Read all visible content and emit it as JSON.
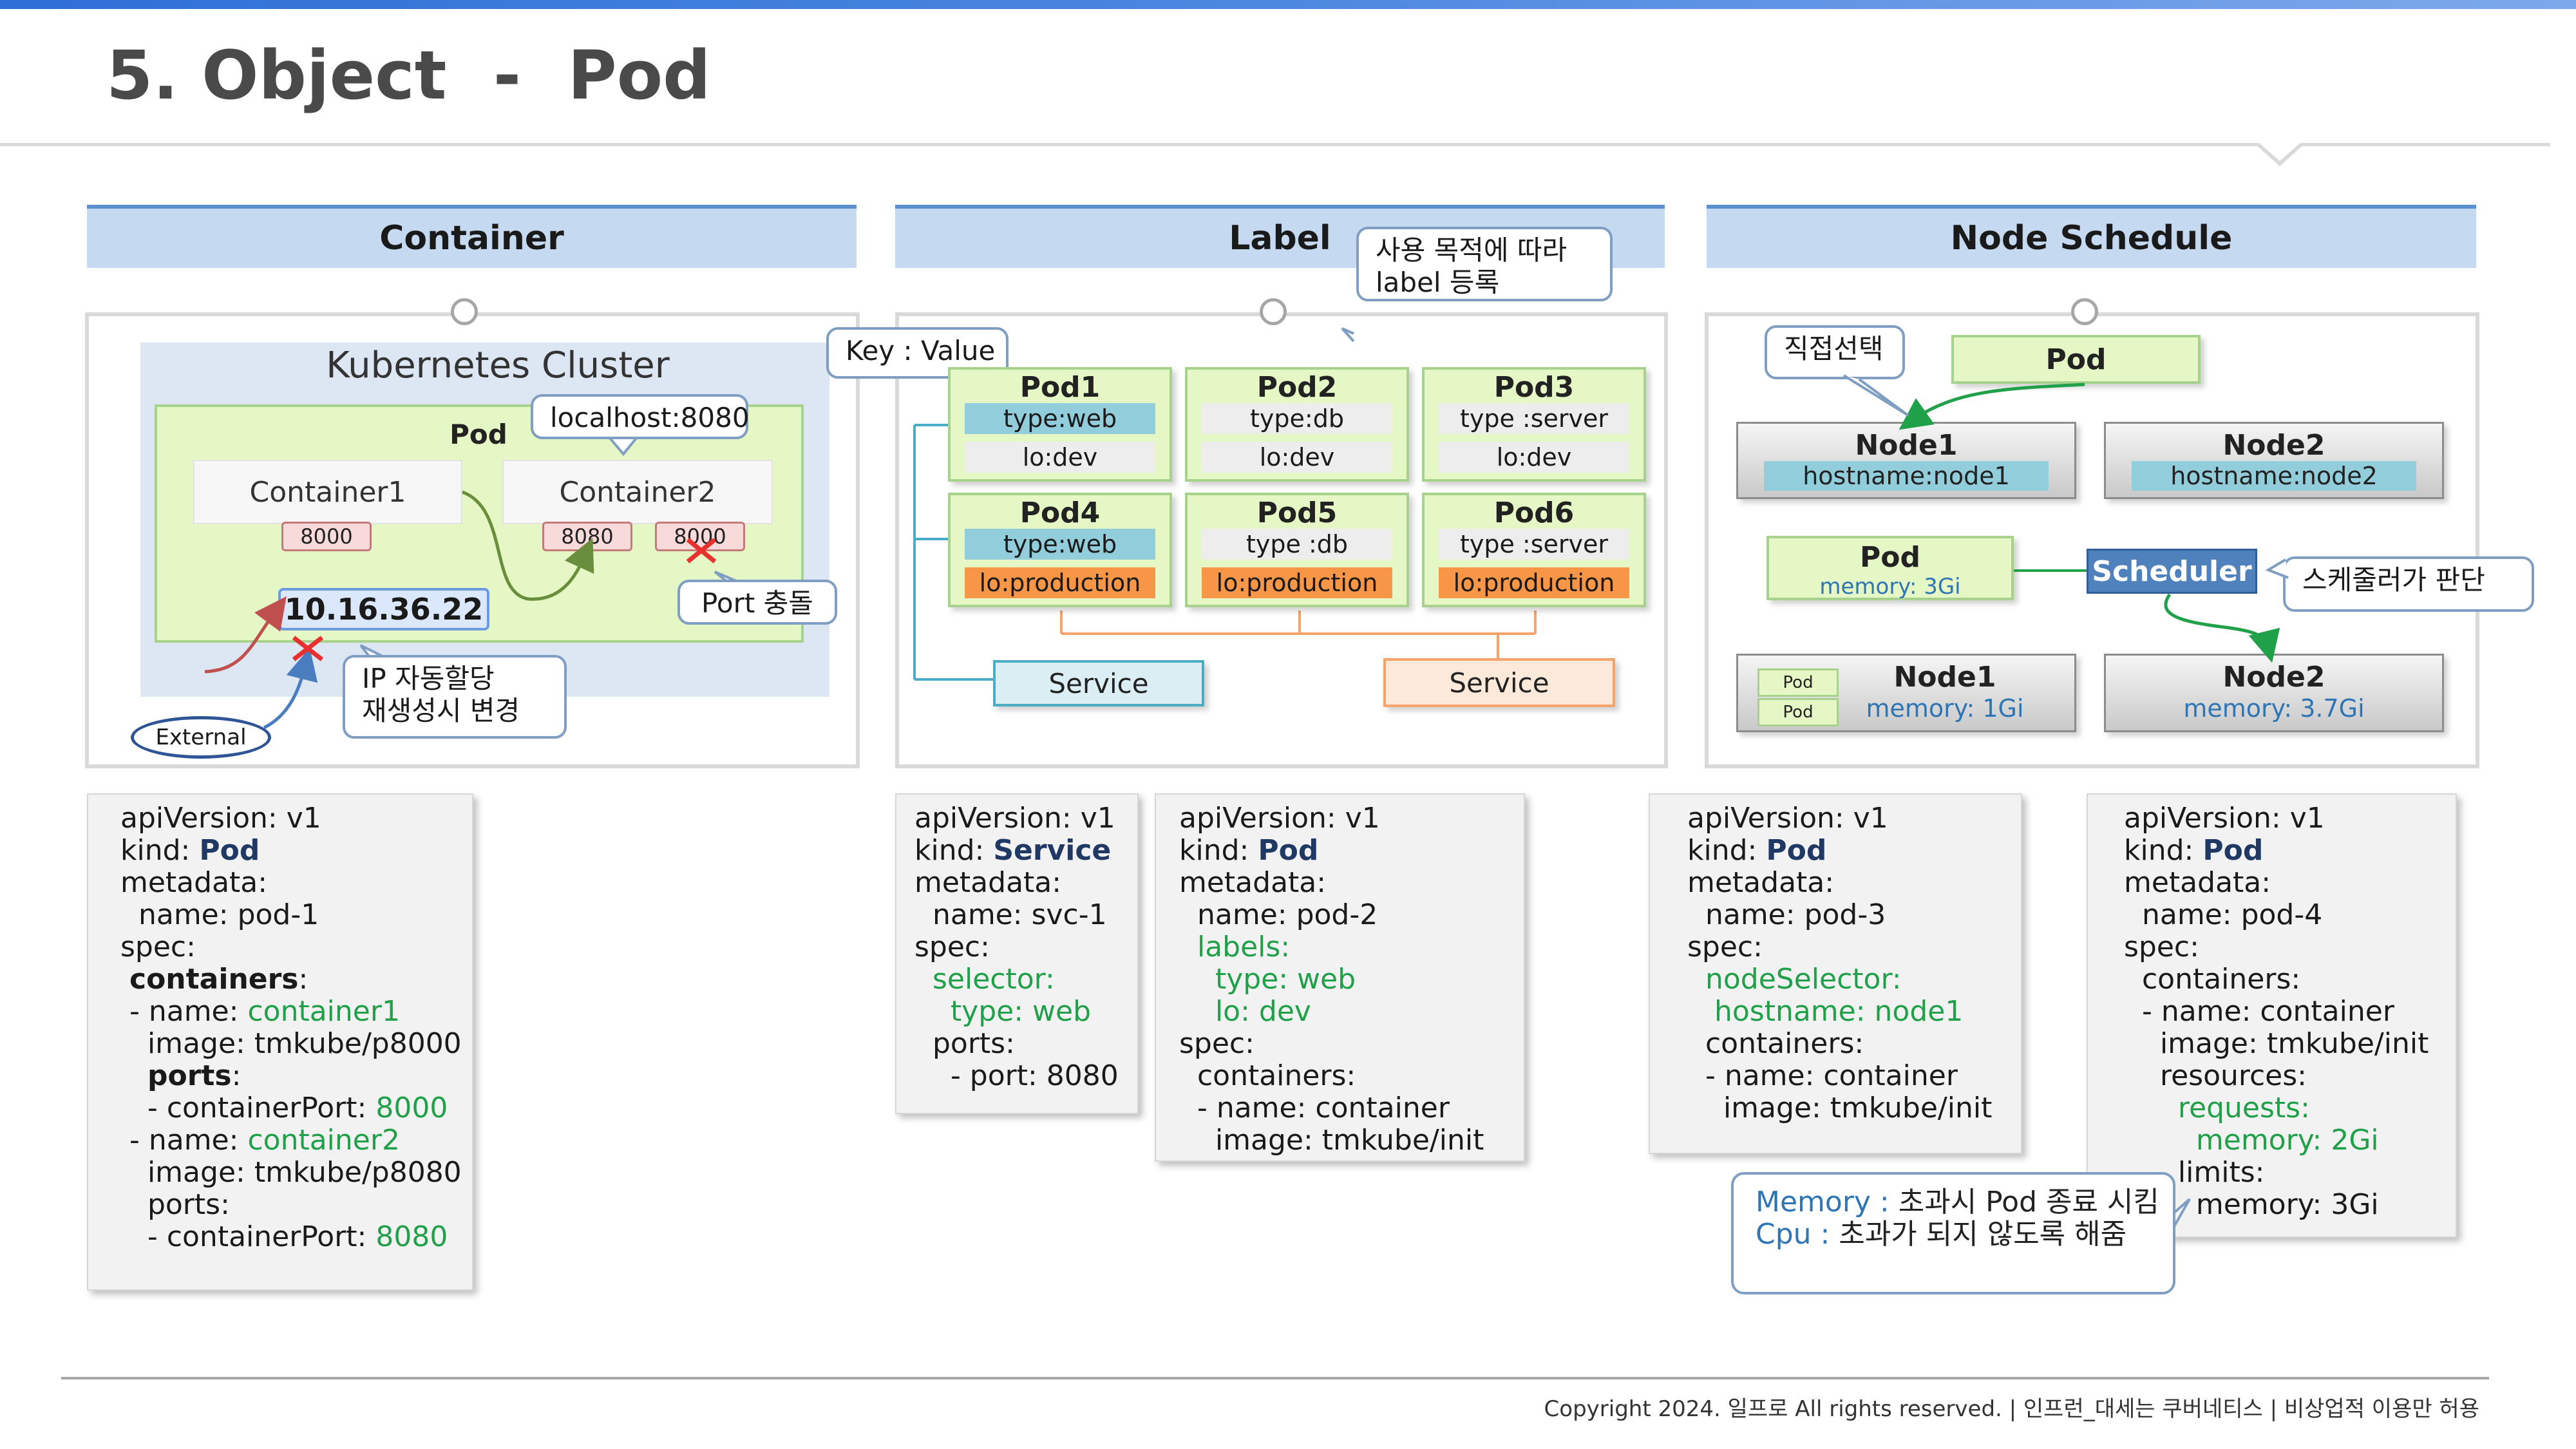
{
  "title": "5. Object  -  Pod",
  "sections": {
    "container": "Container",
    "label": "Label",
    "node_schedule": "Node Schedule"
  },
  "container_panel": {
    "cluster_title": "Kubernetes Cluster",
    "pod_label": "Pod",
    "container1": "Container1",
    "container2": "Container2",
    "port1": "8000",
    "port2": "8080",
    "port3": "8000",
    "ip": "10.16.36.22",
    "external": "External",
    "callout_localhost": "localhost:8080",
    "callout_port": "Port 충돌",
    "callout_ip_line1": "IP 자동할당",
    "callout_ip_line2": "재생성시 변경"
  },
  "label_panel": {
    "callout_purpose_line1": "사용 목적에 따라",
    "callout_purpose_line2": "label 등록",
    "callout_keyvalue": "Key : Value",
    "pods": [
      {
        "name": "Pod1",
        "type": "type:web",
        "lo": "lo:dev",
        "type_color": "blue",
        "lo_color": "gray"
      },
      {
        "name": "Pod2",
        "type": "type:db",
        "lo": "lo:dev",
        "type_color": "gray",
        "lo_color": "gray"
      },
      {
        "name": "Pod3",
        "type": "type :server",
        "lo": "lo:dev",
        "type_color": "gray",
        "lo_color": "gray"
      },
      {
        "name": "Pod4",
        "type": "type:web",
        "lo": "lo:production",
        "type_color": "blue",
        "lo_color": "orange"
      },
      {
        "name": "Pod5",
        "type": "type :db",
        "lo": "lo:production",
        "type_color": "gray",
        "lo_color": "orange"
      },
      {
        "name": "Pod6",
        "type": "type :server",
        "lo": "lo:production",
        "type_color": "gray",
        "lo_color": "orange"
      }
    ],
    "service1": "Service",
    "service2": "Service"
  },
  "node_panel": {
    "callout_direct": "직접선택",
    "pod_top": "Pod",
    "node1_top": {
      "name": "Node1",
      "chip": "hostname:node1"
    },
    "node2_top": {
      "name": "Node2",
      "chip": "hostname:node2"
    },
    "pod_mid": {
      "name": "Pod",
      "memory": "memory: 3Gi"
    },
    "scheduler": "Scheduler",
    "callout_scheduler": "스케줄러가 판단",
    "node1_bottom": {
      "name": "Node1",
      "memory": "memory: 1Gi",
      "mini1": "Pod",
      "mini2": "Pod"
    },
    "node2_bottom": {
      "name": "Node2",
      "memory": "memory: 3.7Gi"
    }
  },
  "yaml_pod1": [
    {
      "t": "apiVersion: v1"
    },
    {
      "t": "kind: ",
      "h": "Pod",
      "c": "navy"
    },
    {
      "t": "metadata:"
    },
    {
      "t": "  name: pod-1"
    },
    {
      "t": "spec:"
    },
    {
      "t": " ",
      "h": "containers",
      "c": "bold",
      "s": ":"
    },
    {
      "t": " - name: ",
      "h": "container1",
      "c": "green"
    },
    {
      "t": "   image: tmkube/p8000"
    },
    {
      "t": "   ",
      "h": "ports",
      "c": "bold",
      "s": ":"
    },
    {
      "t": "   - containerPort: ",
      "h": "8000",
      "c": "green"
    },
    {
      "t": " - name: ",
      "h": "container2",
      "c": "green"
    },
    {
      "t": "   image: tmkube/p8080"
    },
    {
      "t": "   ports:"
    },
    {
      "t": "   - containerPort: ",
      "h": "8080",
      "c": "green"
    }
  ],
  "yaml_svc1": [
    {
      "t": "apiVersion: v1"
    },
    {
      "t": "kind: ",
      "h": "Service",
      "c": "navy"
    },
    {
      "t": "metadata:"
    },
    {
      "t": "  name: svc-1"
    },
    {
      "t": "spec:"
    },
    {
      "t": "  ",
      "h": "selector:",
      "c": "green"
    },
    {
      "t": "    ",
      "h": "type: web",
      "c": "green"
    },
    {
      "t": "  ports:"
    },
    {
      "t": "    - port: 8080"
    }
  ],
  "yaml_pod2": [
    {
      "t": "apiVersion: v1"
    },
    {
      "t": "kind: ",
      "h": "Pod",
      "c": "navy"
    },
    {
      "t": "metadata:"
    },
    {
      "t": "  name: pod-2"
    },
    {
      "t": "  ",
      "h": "labels:",
      "c": "green"
    },
    {
      "t": "    ",
      "h": "type: web",
      "c": "green"
    },
    {
      "t": "    ",
      "h": "lo: dev",
      "c": "green"
    },
    {
      "t": "spec:"
    },
    {
      "t": "  containers:"
    },
    {
      "t": "  - name: container"
    },
    {
      "t": "    image: tmkube/init"
    }
  ],
  "yaml_pod3": [
    {
      "t": "apiVersion: v1"
    },
    {
      "t": "kind: ",
      "h": "Pod",
      "c": "navy"
    },
    {
      "t": "metadata:"
    },
    {
      "t": "  name: pod-3"
    },
    {
      "t": "spec:"
    },
    {
      "t": "  ",
      "h": "nodeSelector:",
      "c": "green"
    },
    {
      "t": "   ",
      "h": "hostname: node1",
      "c": "green"
    },
    {
      "t": "  containers:"
    },
    {
      "t": "  - name: container"
    },
    {
      "t": "    image: tmkube/init"
    }
  ],
  "yaml_pod4": [
    {
      "t": "apiVersion: v1"
    },
    {
      "t": "kind: ",
      "h": "Pod",
      "c": "navy"
    },
    {
      "t": "metadata:"
    },
    {
      "t": "  name: pod-4"
    },
    {
      "t": "spec:"
    },
    {
      "t": "  containers:"
    },
    {
      "t": "  - name: container"
    },
    {
      "t": "    image: tmkube/init"
    },
    {
      "t": "    resources:"
    },
    {
      "t": "      ",
      "h": "requests:",
      "c": "green"
    },
    {
      "t": "        ",
      "h": "memory: 2Gi",
      "c": "green"
    },
    {
      "t": "      limits:"
    },
    {
      "t": "        memory: 3Gi"
    }
  ],
  "resource_note": {
    "mem_key": "Memory :",
    "mem_text": " 초과시 Pod 종료 시킴",
    "cpu_key": "Cpu :",
    "cpu_text": " 초과가 되지 않도록 해줌"
  },
  "footer": "Copyright 2024. 일프로 All rights reserved. | 인프런_대세는 쿠버네티스 | 비상업적 이용만 허용",
  "colors": {
    "accent_blue": "#5b8fd0",
    "green_text": "#21a04a",
    "navy_text": "#1f3864",
    "scheduler": "#4f81bd"
  }
}
